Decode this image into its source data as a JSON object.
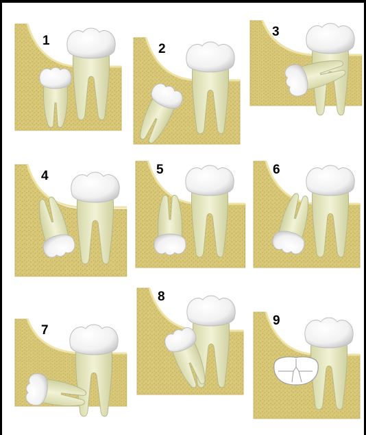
{
  "figure": {
    "panels": [
      {
        "number": "1",
        "description": "tooth below crown level, upright"
      },
      {
        "number": "2",
        "description": "tooth tilted toward molar"
      },
      {
        "number": "3",
        "description": "tooth lying horizontally"
      },
      {
        "number": "4",
        "description": "tooth inverted, tilted"
      },
      {
        "number": "5",
        "description": "tooth inverted, upright"
      },
      {
        "number": "6",
        "description": "tooth inverted, tilted toward molar"
      },
      {
        "number": "7",
        "description": "tooth horizontal, crown pointing away"
      },
      {
        "number": "8",
        "description": "tooth tilted, partially erupted"
      },
      {
        "number": "9",
        "description": "crown only, no roots"
      }
    ]
  },
  "colors": {
    "bone": "#d9c878",
    "bone_dark": "#b8a650",
    "gum_edge": "#eee2a0",
    "tooth_root": "#ecedc6",
    "tooth_crown": "#ffffff",
    "frame": "#000000"
  }
}
